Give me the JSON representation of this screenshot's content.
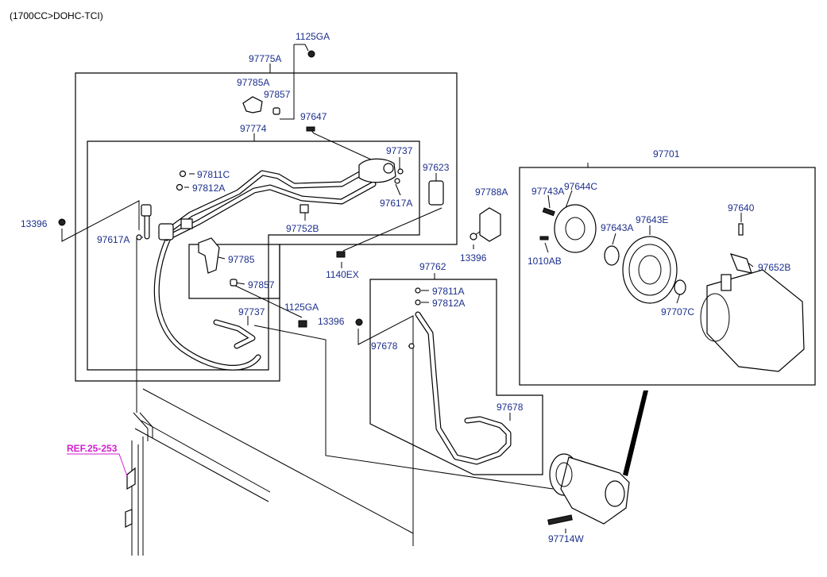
{
  "header": {
    "engine": "(1700CC>DOHC-TCI)"
  },
  "reference": {
    "label": "REF.25-253"
  },
  "parts": {
    "p_1125GA_top": "1125GA",
    "p_97775A": "97775A",
    "p_97785A": "97785A",
    "p_97857_top": "97857",
    "p_97647": "97647",
    "p_97774": "97774",
    "p_97737_top": "97737",
    "p_97623": "97623",
    "p_97811C": "97811C",
    "p_97812A_top": "97812A",
    "p_97617A_right": "97617A",
    "p_97752B": "97752B",
    "p_13396_left": "13396",
    "p_97617A_left": "97617A",
    "p_97785": "97785",
    "p_97857_mid": "97857",
    "p_97737_mid": "97737",
    "p_1125GA_mid": "1125GA",
    "p_97788A": "97788A",
    "p_13396_mid": "13396",
    "p_1140EX": "1140EX",
    "p_97762": "97762",
    "p_97811A": "97811A",
    "p_97812A_mid": "97812A",
    "p_13396_center": "13396",
    "p_97678_left": "97678",
    "p_97678_right": "97678",
    "p_97714W": "97714W",
    "p_97701": "97701",
    "p_97743A": "97743A",
    "p_97644C": "97644C",
    "p_97643E": "97643E",
    "p_97640": "97640",
    "p_1010AB": "1010AB",
    "p_97643A": "97643A",
    "p_97652B": "97652B",
    "p_97707C": "97707C"
  }
}
